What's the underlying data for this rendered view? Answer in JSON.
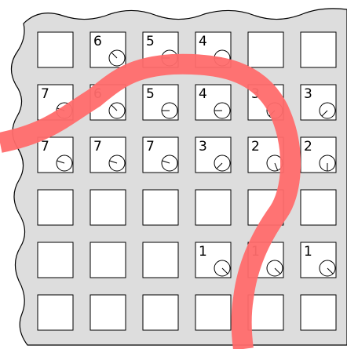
{
  "board": {
    "rows": 6,
    "cols": 6,
    "colors": {
      "board_fill": "#dddddd",
      "cell_fill": "#ffffff",
      "stroke": "#000000",
      "path": "#ff6b6b"
    },
    "cells": [
      [
        {
          "n": ""
        },
        {
          "n": "6",
          "dial": 0.125
        },
        {
          "n": "5",
          "dial": 0.0
        },
        {
          "n": "4",
          "dial": 0.0
        },
        {
          "n": ""
        },
        {
          "n": ""
        }
      ],
      [
        {
          "n": "7",
          "dial": 0.05
        },
        {
          "n": "6",
          "dial": 0.125
        },
        {
          "n": "5",
          "dial": 0.0
        },
        {
          "n": "4",
          "dial": 0.0
        },
        {
          "n": "3",
          "dial": 0.875
        },
        {
          "n": "3",
          "dial": 0.875
        }
      ],
      [
        {
          "n": "7",
          "dial": 0.05
        },
        {
          "n": "7",
          "dial": 0.05
        },
        {
          "n": "7",
          "dial": 0.05
        },
        {
          "n": "3",
          "dial": 0.875
        },
        {
          "n": "2",
          "dial": 0.69
        },
        {
          "n": "2",
          "dial": 0.75
        }
      ],
      [
        {
          "n": ""
        },
        {
          "n": ""
        },
        {
          "n": ""
        },
        {
          "n": ""
        },
        {
          "n": ""
        },
        {
          "n": ""
        }
      ],
      [
        {
          "n": ""
        },
        {
          "n": ""
        },
        {
          "n": ""
        },
        {
          "n": "1",
          "dial": 0.625
        },
        {
          "n": "1",
          "dial": 0.625
        },
        {
          "n": "1",
          "dial": 0.625
        }
      ],
      [
        {
          "n": ""
        },
        {
          "n": ""
        },
        {
          "n": ""
        },
        {
          "n": ""
        },
        {
          "n": ""
        },
        {
          "n": ""
        }
      ]
    ]
  }
}
